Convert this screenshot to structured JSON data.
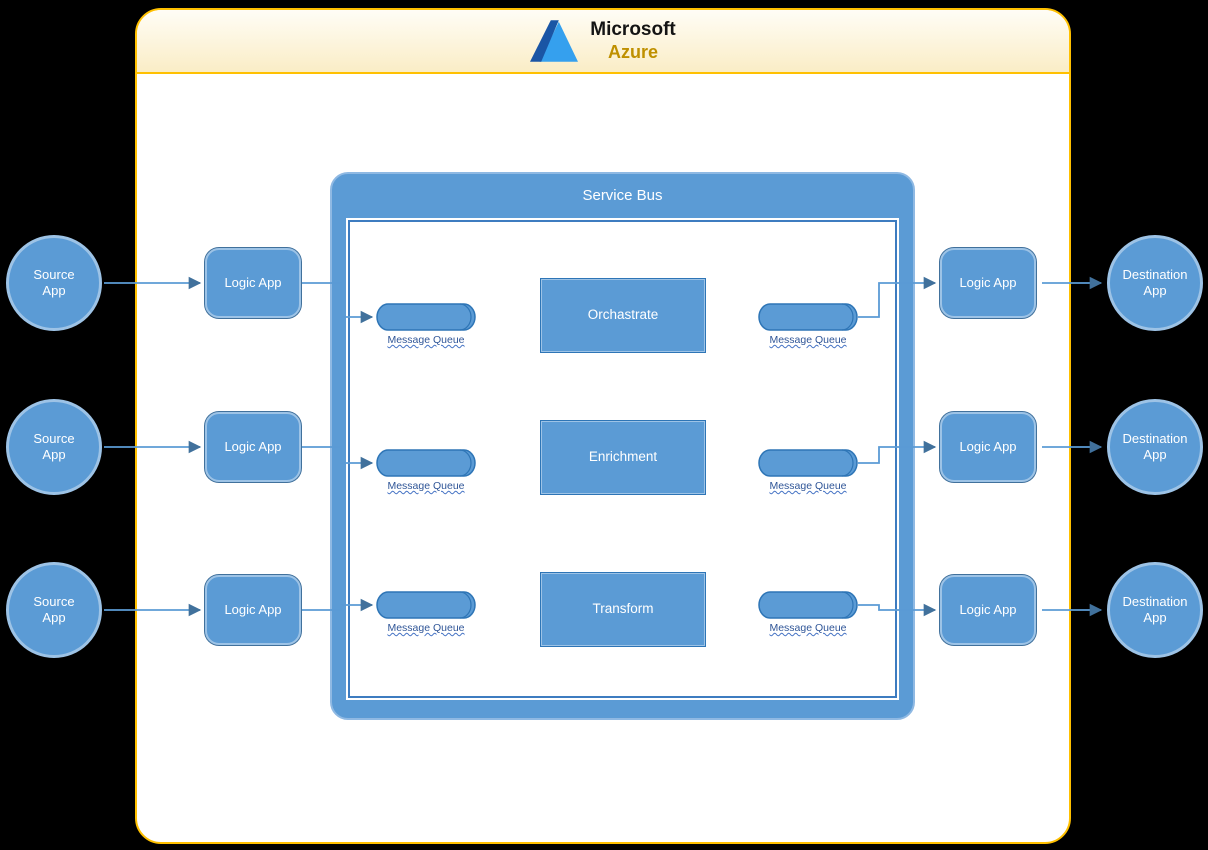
{
  "header": {
    "microsoft": "Microsoft",
    "azure": "Azure"
  },
  "service_bus": {
    "label": "Service Bus"
  },
  "node_labels": {
    "source_app": "Source App",
    "logic_app": "Logic App",
    "message_queue": "Message Queue",
    "destination_app": "Destination App"
  },
  "stages": [
    "Orchastrate",
    "Enrichment",
    "Transform"
  ],
  "colors": {
    "accent_blue": "#5B9BD5",
    "border_blue": "#2E75B6",
    "light_blue": "#9DC3E6",
    "gold": "#FFC000",
    "queue_label_blue": "#2F5597",
    "background": "#000000"
  }
}
